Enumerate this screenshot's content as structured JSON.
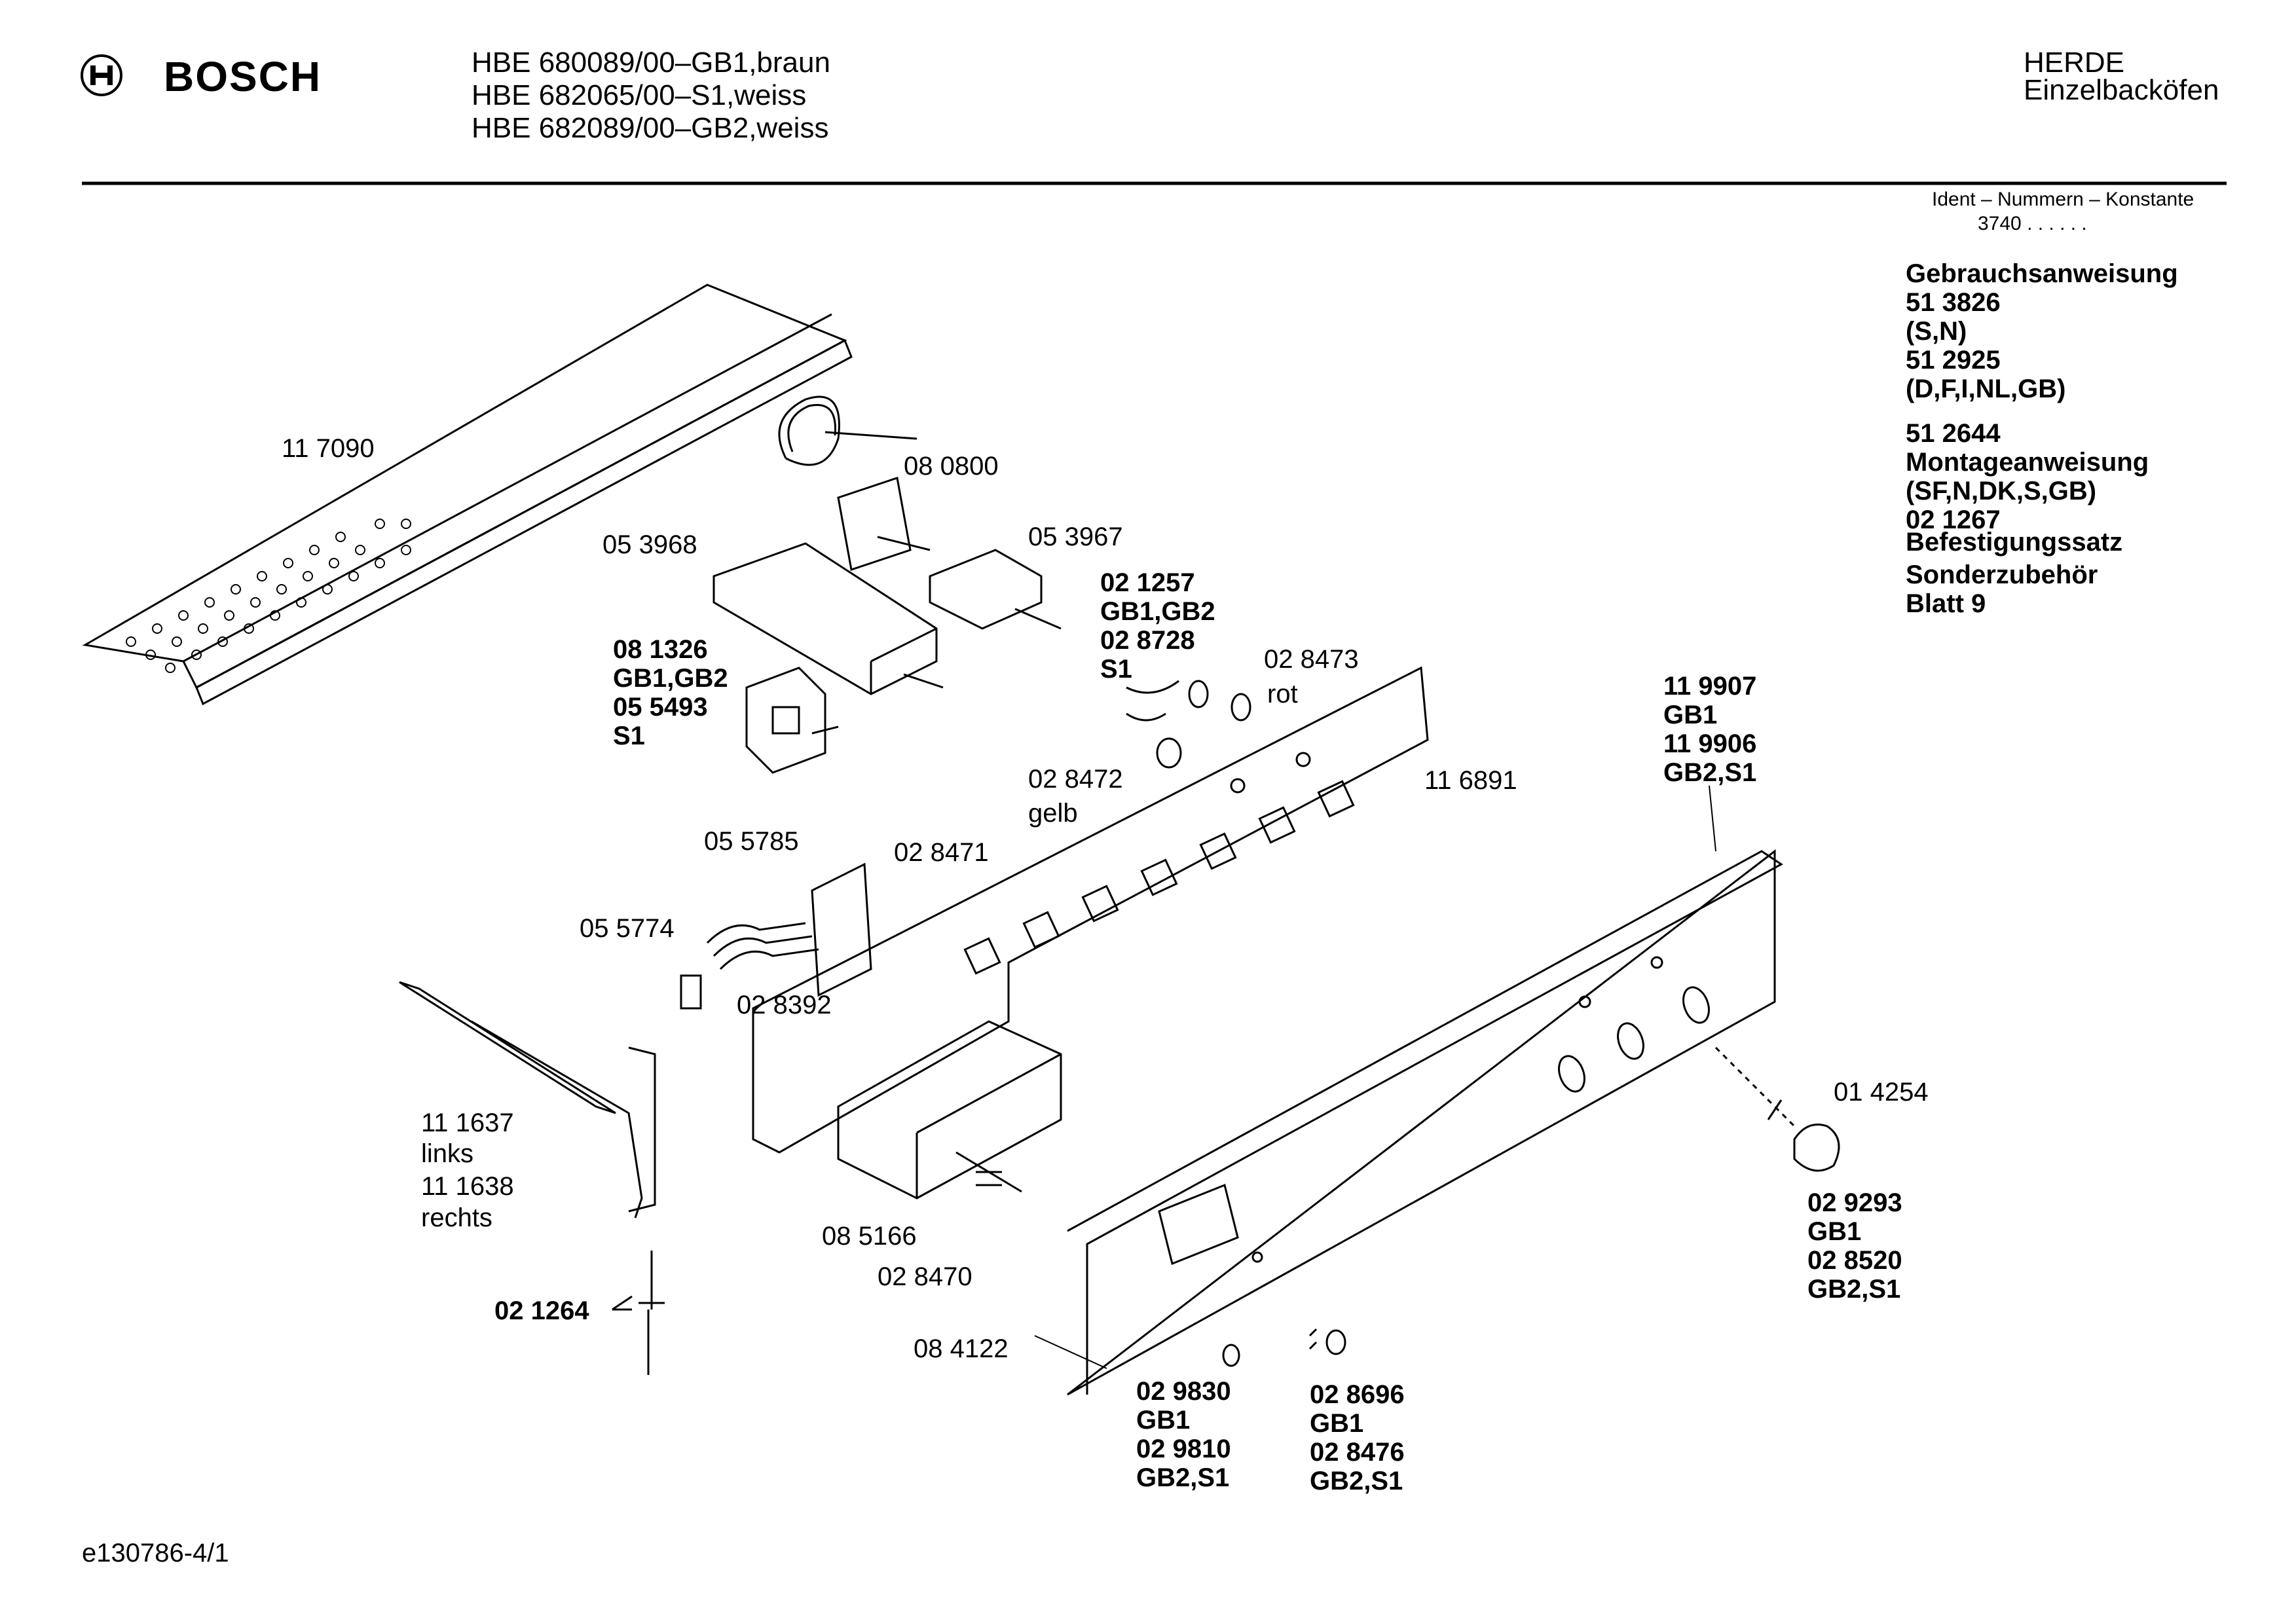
{
  "header": {
    "brand": "BOSCH",
    "models": [
      "HBE 680089/00–GB1,braun",
      "HBE 682065/00–S1,weiss",
      "HBE 682089/00–GB2,weiss"
    ],
    "category": "HERDE",
    "subcategory": "Einzelbacköfen",
    "ident_label": "Ident – Nummern – Konstante",
    "ident_value": "3740 . . . . . ."
  },
  "sidebar": {
    "lines": [
      "Gebrauchsanweisung",
      "51 3826",
      "(S,N)",
      "51 2925",
      "(D,F,I,NL,GB)",
      "51 2644",
      "Montageanweisung",
      "(SF,N,DK,S,GB)",
      "02 1267",
      "Befestigungssatz",
      "Sonderzubehör",
      "Blatt 9"
    ]
  },
  "parts": {
    "p117090": "11 7090",
    "p080800": "08 0800",
    "p053968": "05 3968",
    "p053967": "05 3967",
    "p021257": [
      "02 1257",
      "GB1,GB2",
      "02 8728",
      "S1"
    ],
    "p081326": [
      "08 1326",
      "GB1,GB2",
      "05 5493",
      "S1"
    ],
    "p028473": [
      "02 8473",
      "rot"
    ],
    "p028472": [
      "02 8472",
      "gelb"
    ],
    "p116891": "11 6891",
    "p119907": [
      "11 9907",
      "GB1",
      "11 9906",
      "GB2,S1"
    ],
    "p055785": "05 5785",
    "p028471": "02 8471",
    "p055774": "05 5774",
    "p028392": "02 8392",
    "p111637": [
      "11 1637",
      "links",
      "11 1638",
      "rechts"
    ],
    "p014254": "01 4254",
    "p029293": [
      "02 9293",
      "GB1",
      "02 8520",
      "GB2,S1"
    ],
    "p085166": "08 5166",
    "p028470": "02 8470",
    "p021264": "02 1264",
    "p084122": "08 4122",
    "p029830": [
      "02 9830",
      "GB1",
      "02 9810",
      "GB2,S1"
    ],
    "p028696": [
      "02 8696",
      "GB1",
      "02 8476",
      "GB2,S1"
    ]
  },
  "footer": {
    "drawing_id": "e130786-4/1"
  }
}
